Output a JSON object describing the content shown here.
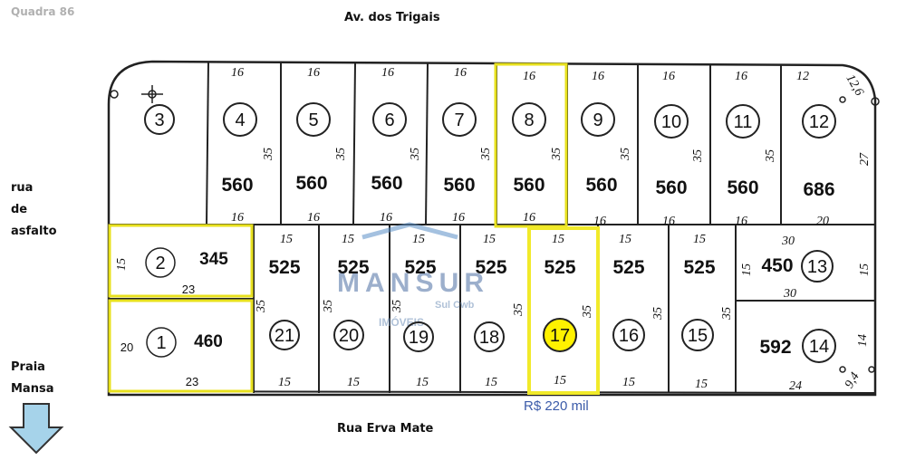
{
  "header": {
    "quadra": "Quadra 86",
    "street_top": "Av. dos Trigais",
    "street_bottom": "Rua Erva Mate",
    "street_left": [
      "rua",
      "de",
      "asfalto"
    ],
    "beach": [
      "Praia",
      "Mansa"
    ]
  },
  "watermark": {
    "brand": "MANSUR",
    "sub": "Sul Cwb",
    "tag": "IMÓVEIS"
  },
  "price_label": "R$ 220 mil",
  "colors": {
    "highlight_border": "#f1ea2a",
    "lot_fill_highlight": "#fff200",
    "arrow_fill": "#a6d3ea",
    "price_text": "#3b5ba9"
  },
  "top_row": [
    {
      "n": "3",
      "area": "",
      "top": "",
      "bottom": "",
      "depth": ""
    },
    {
      "n": "4",
      "area": "560",
      "top": "16",
      "bottom": "16",
      "depth": "35"
    },
    {
      "n": "5",
      "area": "560",
      "top": "16",
      "bottom": "16",
      "depth": "35"
    },
    {
      "n": "6",
      "area": "560",
      "top": "16",
      "bottom": "16",
      "depth": "35"
    },
    {
      "n": "7",
      "area": "560",
      "top": "16",
      "bottom": "16",
      "depth": "35"
    },
    {
      "n": "8",
      "area": "560",
      "top": "16",
      "bottom": "16",
      "depth": "35"
    },
    {
      "n": "9",
      "area": "560",
      "top": "16",
      "bottom": "16",
      "depth": "35"
    },
    {
      "n": "10",
      "area": "560",
      "top": "16",
      "bottom": "16",
      "depth": "35"
    },
    {
      "n": "11",
      "area": "560",
      "top": "16",
      "bottom": "16",
      "depth": "35"
    },
    {
      "n": "12",
      "area": "686",
      "top": "12",
      "bottom": "20",
      "depth": "27",
      "corner": "12,6"
    }
  ],
  "middle_row": [
    {
      "n": "2",
      "area": "345",
      "side": "15",
      "bottom": "23"
    },
    {
      "n": "",
      "area": "525",
      "top": "15"
    },
    {
      "n": "",
      "area": "525",
      "top": "15"
    },
    {
      "n": "",
      "area": "525",
      "top": "15"
    },
    {
      "n": "",
      "area": "525",
      "top": "15"
    },
    {
      "n": "",
      "area": "525",
      "top": "15"
    },
    {
      "n": "",
      "area": "525",
      "top": "15"
    },
    {
      "n": "",
      "area": "525",
      "top": "15"
    },
    {
      "n": "13",
      "area": "450",
      "top": "30",
      "bottom": "30",
      "side_left": "15",
      "side_right": "15"
    }
  ],
  "bottom_row": [
    {
      "n": "1",
      "area": "460",
      "side": "20",
      "bottom": "23"
    },
    {
      "n": "21",
      "bottom": "15",
      "depth": "35"
    },
    {
      "n": "20",
      "bottom": "15",
      "depth": "35"
    },
    {
      "n": "19",
      "bottom": "15",
      "depth": "35"
    },
    {
      "n": "18",
      "bottom": "15",
      "depth": "35"
    },
    {
      "n": "17",
      "bottom": "15",
      "depth": "35"
    },
    {
      "n": "16",
      "bottom": "15",
      "depth": "35"
    },
    {
      "n": "15",
      "bottom": "15",
      "depth": "35"
    },
    {
      "n": "14",
      "area": "592",
      "bottom": "24",
      "side_right": "14",
      "corner": "9,4"
    }
  ]
}
